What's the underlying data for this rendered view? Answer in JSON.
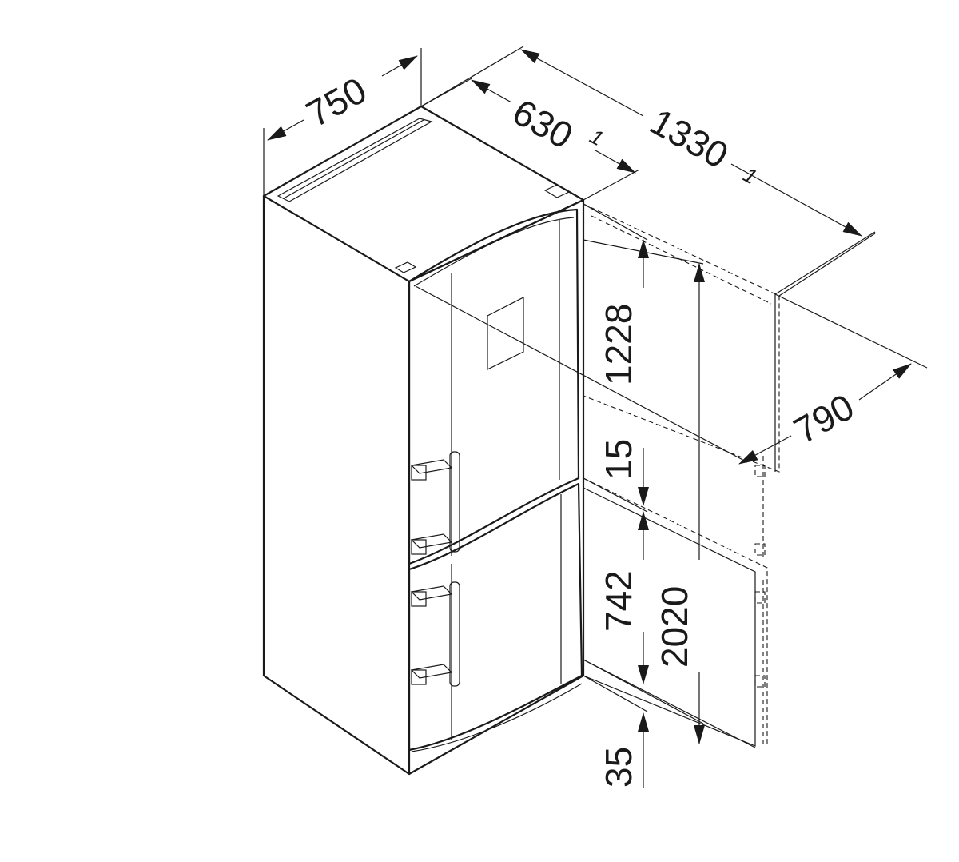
{
  "dimensions": {
    "width": "750",
    "depth": "630",
    "depth_footnote": "1",
    "depth_open": "1330",
    "depth_open_footnote": "1",
    "door_clearance": "790",
    "upper_height": "1228",
    "gap": "15",
    "lower_height": "742",
    "total_height": "2020",
    "base": "35"
  },
  "colors": {
    "line": "#1a1a1a",
    "background": "#ffffff"
  }
}
